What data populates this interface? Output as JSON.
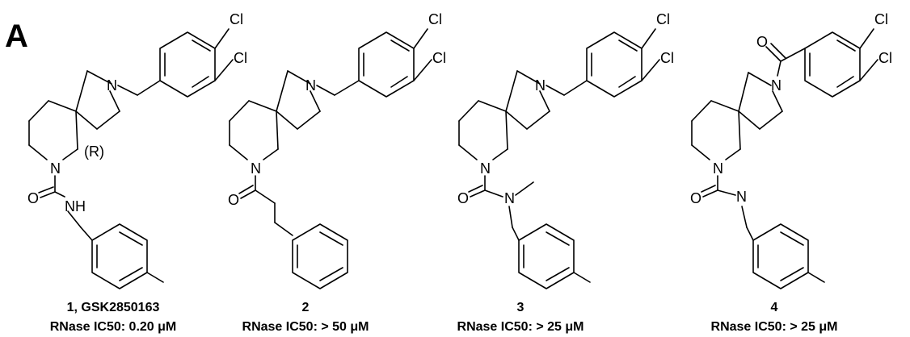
{
  "panel_label": "A",
  "atoms": {
    "cl": "Cl",
    "n": "N",
    "o": "O",
    "nh": "NH",
    "stereo_r": "(R)"
  },
  "compounds": [
    {
      "title": "1, GSK2850163",
      "activity": "RNase IC50: 0.20 μM"
    },
    {
      "title": "2",
      "activity": "RNase IC50: > 50 μM"
    },
    {
      "title": "3",
      "activity": "RNase IC50: > 25 μM"
    },
    {
      "title": "4",
      "activity": "RNase IC50: > 25 μM"
    }
  ]
}
